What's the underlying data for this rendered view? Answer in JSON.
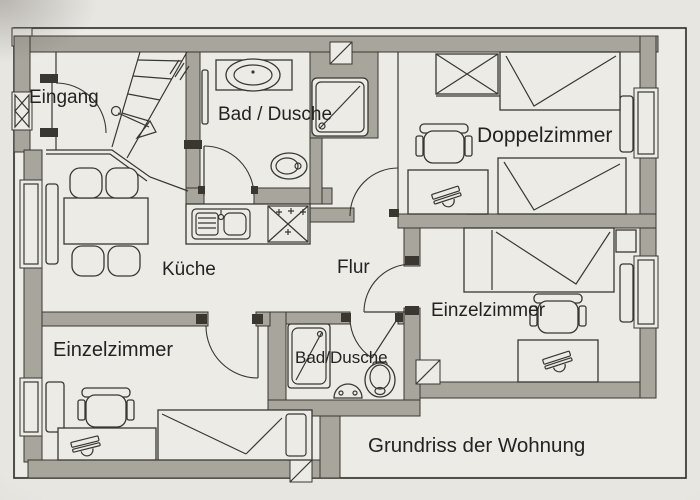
{
  "caption": "Grundriss der Wohnung",
  "rooms": {
    "eingang": {
      "label": "Eingang"
    },
    "bad_oben": {
      "label": "Bad / Dusche"
    },
    "doppelzimmer": {
      "label": "Doppelzimmer"
    },
    "kueche": {
      "label": "Küche"
    },
    "flur": {
      "label": "Flur"
    },
    "einzelzimmer_rechts": {
      "label": "Einzelzimmer"
    },
    "einzelzimmer_links": {
      "label": "Einzelzimmer"
    },
    "bad_unten": {
      "label": "Bad/Dusche"
    }
  },
  "colors": {
    "paper": "#e8e6e1",
    "floor": "#edebe6",
    "wall": "#a8a59d",
    "line": "#3a3731",
    "text": "#25231f"
  },
  "symbols": {
    "stairs": "stairs-icon",
    "door_swing": "door-swing-icon",
    "window": "window-icon",
    "radiator": "radiator-icon",
    "shower": "shower-icon",
    "bathtub": "bathtub-icon",
    "washbasin": "washbasin-icon",
    "toilet": "toilet-icon",
    "kitchen_sink": "kitchen-sink-icon",
    "stove": "stove-icon",
    "dining_table": "dining-table-icon",
    "chair": "chair-icon",
    "office_chair": "office-chair-icon",
    "desk": "desk-icon",
    "laptop": "laptop-icon",
    "bed": "bed-icon",
    "wardrobe": "wardrobe-icon",
    "shaft": "shaft-icon"
  }
}
